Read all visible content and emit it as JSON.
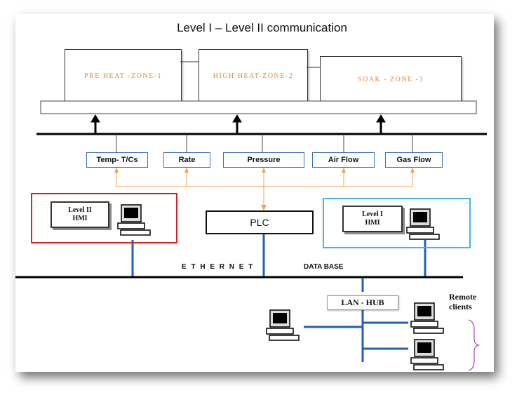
{
  "title": "Level I – Level II communication",
  "zones": [
    {
      "label": "PRE HEAT -ZONE-1"
    },
    {
      "label": "HIGH HEAT-ZONE-2"
    },
    {
      "label": "SOAK - ZONE -3"
    }
  ],
  "sensors": [
    {
      "label": "Temp- T/Cs"
    },
    {
      "label": "Rate"
    },
    {
      "label": "Pressure"
    },
    {
      "label": "Air Flow"
    },
    {
      "label": "Gas Flow"
    }
  ],
  "level2": {
    "line1": "Level II",
    "line2": "HMI",
    "border_color": "#e02020"
  },
  "level1": {
    "line1": "Level I",
    "line2": "HMI",
    "border_color": "#40b8e0"
  },
  "plc": {
    "label": "PLC"
  },
  "ethernet_label": "E T H E R N E T",
  "database_label": "DATA BASE",
  "hub_label": "LAN - HUB",
  "remote": {
    "line1": "Remote",
    "line2": "clients"
  },
  "colors": {
    "signal": "#f0a050",
    "network": "#1f5fbf",
    "brace": "#b050c0"
  }
}
